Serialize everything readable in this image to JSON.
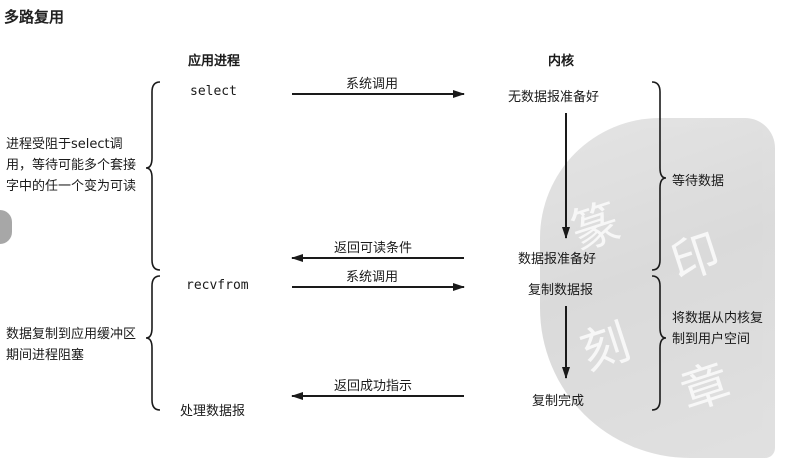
{
  "page": {
    "title": "多路复用"
  },
  "diagram": {
    "col_app": "应用进程",
    "col_kernel": "内核",
    "app_select": "select",
    "app_recvfrom": "recvfrom",
    "app_process": "处理数据报",
    "arrow_syscall_1": "系统调用",
    "arrow_return_readable": "返回可读条件",
    "arrow_syscall_2": "系统调用",
    "arrow_return_success": "返回成功指示",
    "kernel_no_data": "无数据报准备好",
    "kernel_data_ready": "数据报准备好",
    "kernel_copy": "复制数据报",
    "kernel_copy_done": "复制完成",
    "left_note_1": "进程受阻于select调用，等待可能多个套接字中的任一个变为可读",
    "left_note_2": "数据复制到应用缓冲区期间进程阻塞",
    "right_note_1": "等待数据",
    "right_note_2": "将数据从内核复制到用户空间"
  },
  "colors": {
    "ink": "#1a1a1a",
    "watermark": "#c4c4c4"
  }
}
